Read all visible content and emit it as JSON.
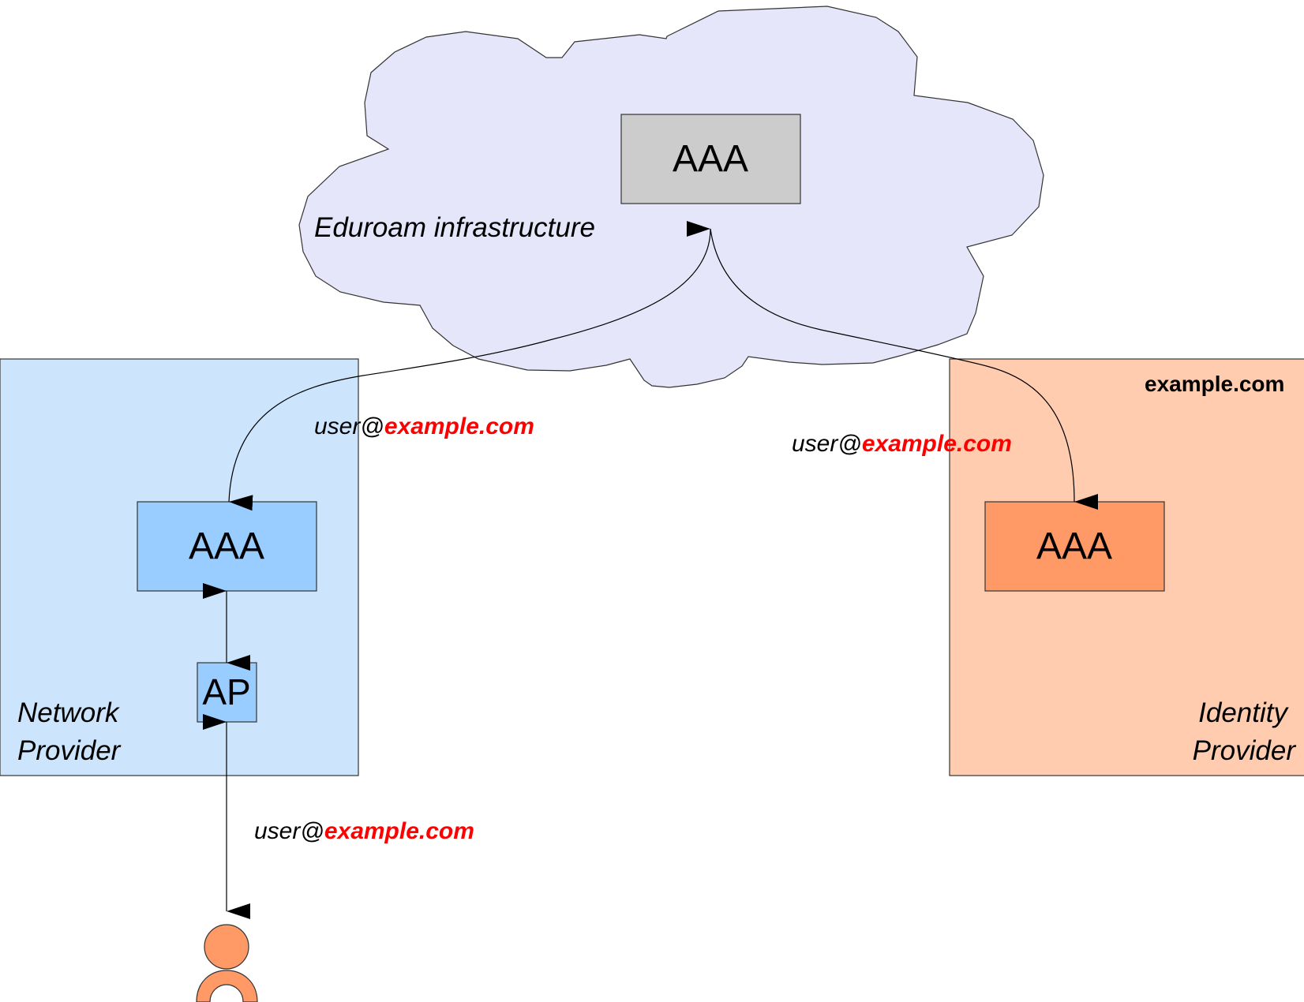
{
  "cloud": {
    "label": "Eduroam infrastructure",
    "fill": "#e6e6fa",
    "aaa_label": "AAA",
    "aaa_fill": "#cccccc"
  },
  "network_provider": {
    "label_line1": "Network",
    "label_line2": "Provider",
    "fill": "#cce5fc",
    "aaa_label": "AAA",
    "aaa_fill": "#99ccff",
    "ap_label": "AP",
    "ap_fill": "#99ccff"
  },
  "identity_provider": {
    "domain_label": "example.com",
    "label_line1": "Identity",
    "label_line2": "Provider",
    "fill": "#ffccb0",
    "aaa_label": "AAA",
    "aaa_fill": "#ff9966"
  },
  "messages": {
    "left_user": "user@",
    "left_domain": "example.com",
    "right_user": "user@",
    "right_domain": "example.com",
    "bottom_user": "user@",
    "bottom_domain": "example.com",
    "domain_color": "#ff0000"
  },
  "user_icon": {
    "icon": "person-icon",
    "fill": "#ff9966"
  }
}
